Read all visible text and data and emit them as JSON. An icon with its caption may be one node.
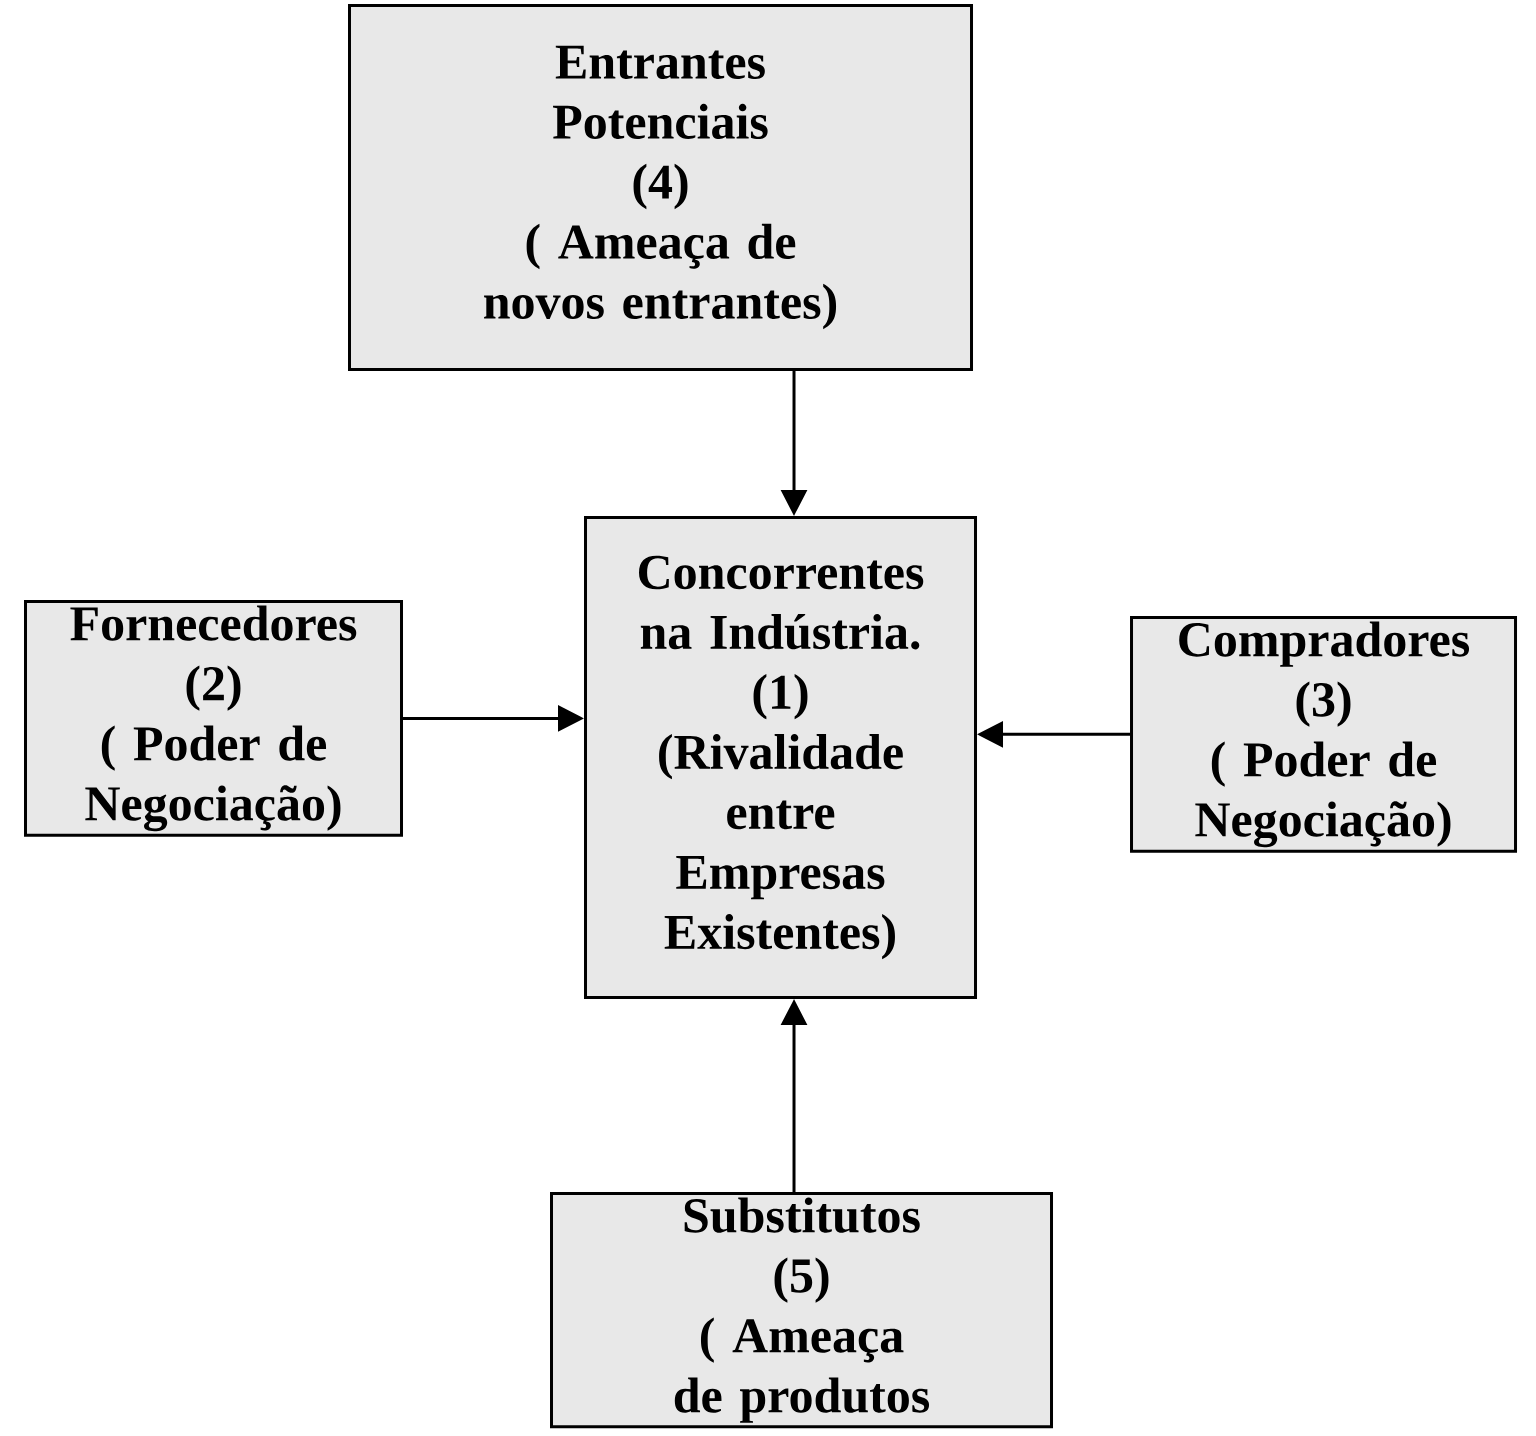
{
  "diagram": {
    "nodes": [
      {
        "text": [
          "Entrantes Potenciais",
          "(4)",
          "( Ameaça de novos entrantes)"
        ]
      },
      {
        "text": [
          "Concorrentes na Indústria.",
          "(1)",
          "(Rivalidade entre Empresas Existentes)"
        ]
      },
      {
        "text": [
          "Fornecedores",
          "(2)",
          "( Poder de Negociação)"
        ]
      },
      {
        "text": [
          "Compradores",
          "(3)",
          "( Poder de Negociação)"
        ]
      },
      {
        "text": [
          "Substitutos",
          "(5)",
          "( Ameaça de produtos"
        ]
      }
    ],
    "edges": [
      {
        "from": 0,
        "to": 1,
        "arrow": "to"
      },
      {
        "from": 2,
        "to": 1,
        "arrow": "to"
      },
      {
        "from": 3,
        "to": 1,
        "arrow": "to"
      },
      {
        "from": 4,
        "to": 1,
        "arrow": "to"
      }
    ]
  }
}
